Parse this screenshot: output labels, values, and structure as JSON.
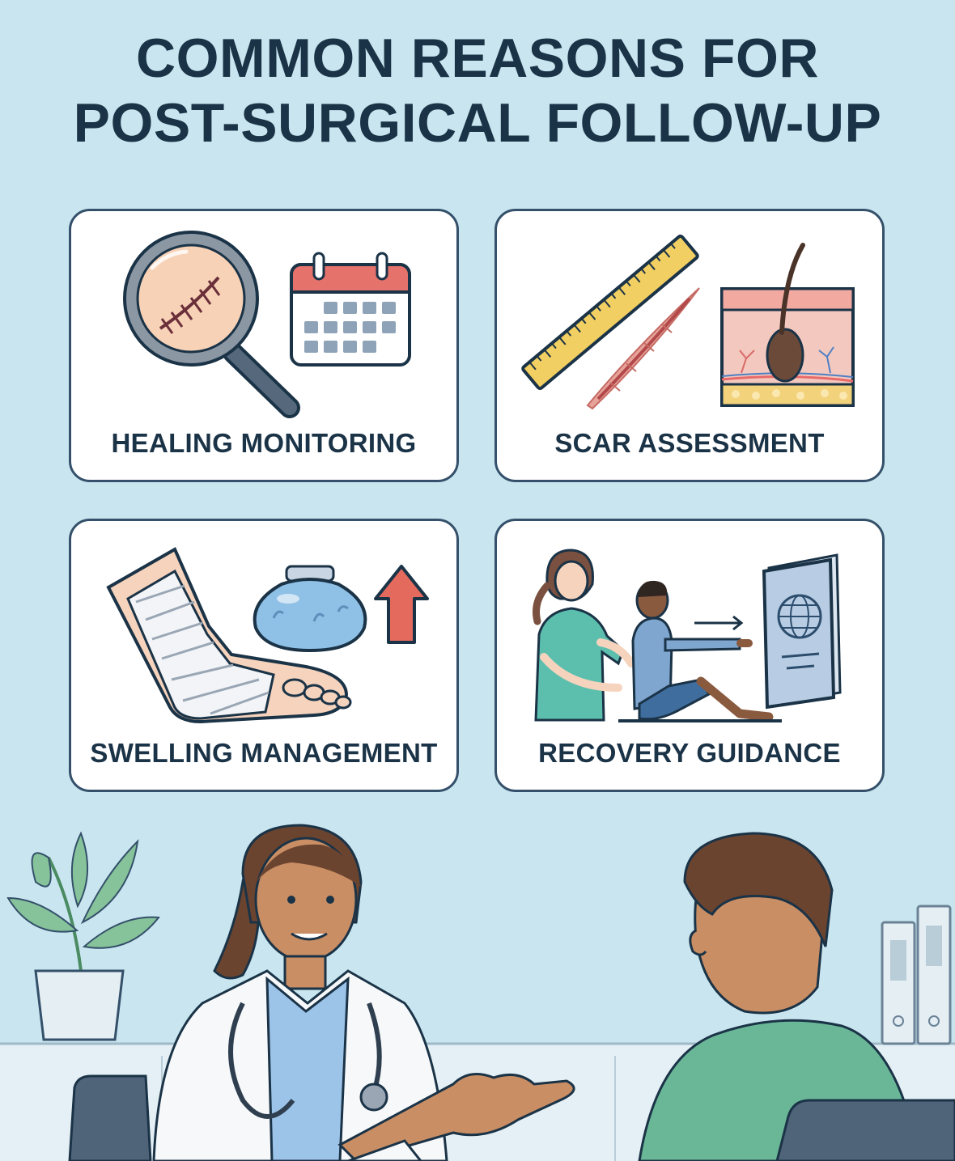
{
  "title": {
    "line1": "COMMON REASONS FOR",
    "line2": "POST-SURGICAL FOLLOW-UP"
  },
  "cards": [
    {
      "label": "HEALING MONITORING",
      "icons": [
        "magnifier-incision-icon",
        "calendar-icon"
      ]
    },
    {
      "label": "SCAR ASSESSMENT",
      "icons": [
        "ruler-icon",
        "scar-icon",
        "skin-cross-section-icon"
      ]
    },
    {
      "label": "SWELLING MANAGEMENT",
      "icons": [
        "bandaged-foot-icon",
        "ice-pack-icon",
        "elevate-arrow-icon"
      ]
    },
    {
      "label": "RECOVERY GUIDANCE",
      "icons": [
        "physical-therapy-icon",
        "guidance-booklet-icon"
      ]
    }
  ],
  "colors": {
    "background": "#c9e6f0",
    "title": "#1b3347",
    "card_border": "#34506a",
    "calendar_header": "#e5736b",
    "arrow": "#e46a5e",
    "ice_pack": "#8fc0e6",
    "scrubs": "#5cbfae",
    "patient_shirt": "#6ab797"
  }
}
